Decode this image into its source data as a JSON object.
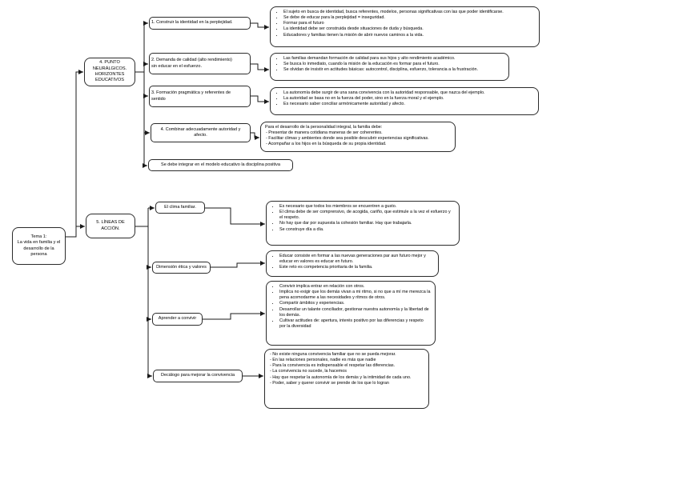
{
  "root": {
    "label": "Tema 1:\nLa vida en familia y el\ndesarrollo de la\npersona"
  },
  "branch4": {
    "label": "4. PUNTO\nNEURÁLGICOS.\nHORIZONTES\nEDUCATIVOS",
    "nodes": [
      {
        "label": "1. Construir la identidad en la perplejidad.",
        "bullets": [
          "El sujeto en busca de identidad, busca referentes, modelos, personas significativas con las que poder identificarse.",
          "Se debe de educar para la perplejidad = inseguridad.",
          "Formar para el futuro",
          "La identidad debe ser construida desde situaciones de duda y búsqueda.",
          "Educadores y familias tienen la misión de abrir nuevos caminos a la vida."
        ]
      },
      {
        "label": "2. Demanda de calidad (alto rendimiento)\nsin educar en el esfuerzo.",
        "bullets": [
          "Las familias demandan formación de calidad para sus hijos y alto rendimiento académico.",
          "Se busca lo inmediato, cuando la misión de la educación es formar para el futuro.",
          "Se olvidan de insistir en actitudes básicas: autocontrol, disciplina, esfuerzo, tolerancia a la frustración."
        ]
      },
      {
        "label": "3. Formación pragmática y referentes de\nsentido",
        "bullets": [
          "La autonomía debe surgir de una sana convivencia con la autoridad responsable, que nazca del ejemplo.",
          "La autoridad se basa no en la fuerza del poder, sino en la fuerza moral y el ejemplo.",
          "Es necesario saber conciliar armónicamente autoridad y afecto."
        ]
      },
      {
        "label": "4. Combinar adecuadamente autoridad y\nafecto.",
        "heading": "Para el desarrollo de la personalidad integral, la familia debe:",
        "dashes": [
          "- Presentar de manera cotidiana maneras de ser coherentes.",
          "- Facilitar climas y ambientes donde sea posible descubrir experiencias significativas.",
          "- Acompañar a los hijos en la búsqueda de su propia identidad."
        ]
      },
      {
        "label": "Se debe integrar en el modelo educativo la disciplina positiva"
      }
    ]
  },
  "branch5": {
    "label": "5. LÍNEAS DE\nACCIÓN.",
    "nodes": [
      {
        "label": "El clima familiar.",
        "bullets": [
          "Es necesario que todos los miembros se encuentren a gusto.",
          "El clima debe de ser comprensivo, de acogida, cariño, que estimule a la vez el esfuerzo y el respeto.",
          "No hay que dar por supuesta la cohesión familiar. Hay que trabajarla.",
          "Se construye día a día."
        ]
      },
      {
        "label": "Dimensión ética y valores",
        "bullets": [
          "Educar consiste en formar a las nuevas generaciones par aun futuro mejor y educar en valores es educar en futuro.",
          "Este reto es competencia prioritaria de la familia."
        ]
      },
      {
        "label": "Aprender a convivir",
        "bullets": [
          "Convivir implica entrar en relación con otros.",
          "Implica no exigir que los demás vivan a mi ritmo, si no que a mí me merezca la pena acomodarme a las necesidades y ritmos de otros.",
          "Compartir ámbitos y experiencias.",
          "Desarrollar un talante conciliador, gestionar nuestra autonomía y la libertad de los demás.",
          "Cultivar actitudes de: apertura, interés positivo por las diferencias y respeto por la diversidad"
        ]
      },
      {
        "label": "Decálogo para mejorar la convivencia",
        "dashes": [
          "- No existe ninguna convivencia familiar que no se pueda mejorar.",
          "- En las relaciones personales, nadie es más que nadie",
          "- Para la convivencia es indispensable el respetar las diferencias.",
          "- La convivencia no sucede, la hacemos",
          "- Hay que respetar la autonomía de los demás y la intimidad de cada uno.",
          "- Poder, saber y querer convivir se prende de los que lo logran"
        ]
      }
    ]
  },
  "line_color": "#1a1a1a"
}
